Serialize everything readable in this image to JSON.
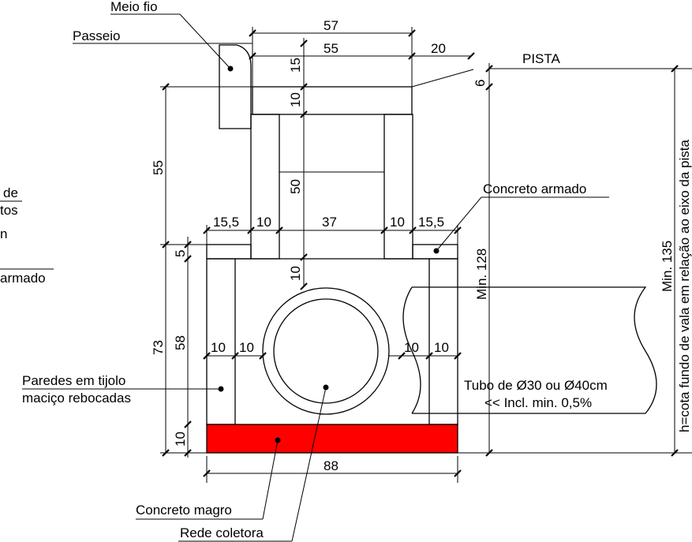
{
  "labels": {
    "meio_fio": "Meio fio",
    "passeio": "Passeio",
    "pista": "PISTA",
    "concreto_armado": "Concreto armado",
    "paredes_line1": "Paredes em tijolo",
    "paredes_line2": "maciço rebocadas",
    "tubo_line1": "Tubo de Ø30 ou Ø40cm",
    "tubo_line2": "<< Incl. min. 0,5%",
    "concreto_magro": "Concreto magro",
    "rede_coletora": "Rede coletora",
    "min_128": "Min. 128",
    "min_135": "Min. 135",
    "h_cota": "h=cota fundo de vala em relação ao eixo da pista",
    "cut_left_1": "de",
    "cut_left_2": "tos",
    "cut_left_3": "n",
    "cut_left_4": "armado"
  },
  "dimensions": {
    "d57": "57",
    "d55_top": "55",
    "d20": "20",
    "d15_v": "15",
    "d6": "6",
    "d10_slab": "10",
    "d55_left": "55",
    "d50": "50",
    "d15_5_left": "15,5",
    "d10_a": "10",
    "d37": "37",
    "d10_b": "10",
    "d15_5_right": "15,5",
    "d5": "5",
    "d10_inner": "10",
    "d73": "73",
    "d58": "58",
    "d10_w1": "10",
    "d10_w2": "10",
    "d10_w3": "10",
    "d10_w4": "10",
    "d10_base": "10",
    "d88": "88"
  },
  "colors": {
    "concreto_magro": "#ff0000",
    "line": "#000000"
  }
}
